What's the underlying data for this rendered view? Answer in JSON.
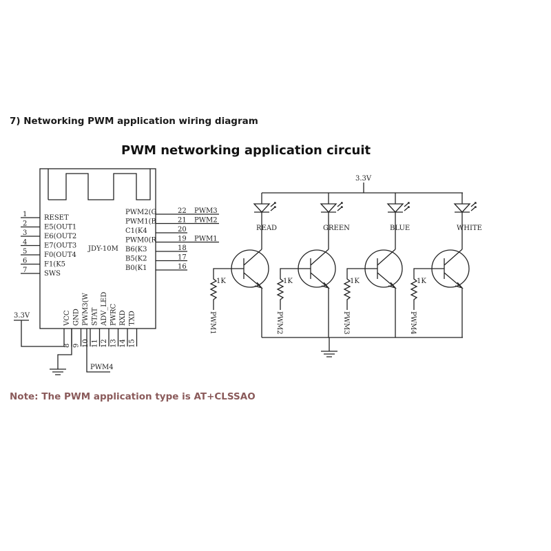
{
  "heading": "7) Networking PWM application wiring diagram",
  "circuit_title": "PWM networking application circuit",
  "note": "Note: The PWM application type is AT+CLSSAO",
  "module": {
    "name": "JDY-10M",
    "left_pins": [
      {
        "num": "1",
        "label": "RESET"
      },
      {
        "num": "2",
        "label": "E5(OUT1"
      },
      {
        "num": "3",
        "label": "E6(OUT2"
      },
      {
        "num": "4",
        "label": "E7(OUT3"
      },
      {
        "num": "5",
        "label": "F0(OUT4"
      },
      {
        "num": "6",
        "label": "F1(K5"
      },
      {
        "num": "7",
        "label": "SWS"
      }
    ],
    "right_pins": [
      {
        "num": "22",
        "label": "PWM2(G",
        "net": "PWM3"
      },
      {
        "num": "21",
        "label": "PWM1(B",
        "net": "PWM2"
      },
      {
        "num": "20",
        "label": "C1(K4",
        "net": ""
      },
      {
        "num": "19",
        "label": "PWM0(R",
        "net": "PWM1"
      },
      {
        "num": "18",
        "label": "B6(K3",
        "net": ""
      },
      {
        "num": "17",
        "label": "B5(K2",
        "net": ""
      },
      {
        "num": "16",
        "label": "B0(K1",
        "net": ""
      }
    ],
    "bottom_pins": [
      {
        "num": "8",
        "label": "VCC"
      },
      {
        "num": "9",
        "label": "GND"
      },
      {
        "num": "10",
        "label": "PWM3(W"
      },
      {
        "num": "11",
        "label": "STAT"
      },
      {
        "num": "12",
        "label": "ADV_LED"
      },
      {
        "num": "13",
        "label": "PWRC"
      },
      {
        "num": "14",
        "label": "RXD"
      },
      {
        "num": "15",
        "label": "TXD"
      }
    ],
    "supply_label": "3.3V",
    "pwm4_label": "PWM4"
  },
  "circuit": {
    "supply_label": "3.3V",
    "channels": [
      {
        "led": "READ",
        "resistor": "1K",
        "pwm": "PWM1"
      },
      {
        "led": "GREEN",
        "resistor": "1K",
        "pwm": "PWM2"
      },
      {
        "led": "BLUE",
        "resistor": "1K",
        "pwm": "PWM3"
      },
      {
        "led": "WHITE",
        "resistor": "1K",
        "pwm": "PWM4"
      }
    ]
  }
}
